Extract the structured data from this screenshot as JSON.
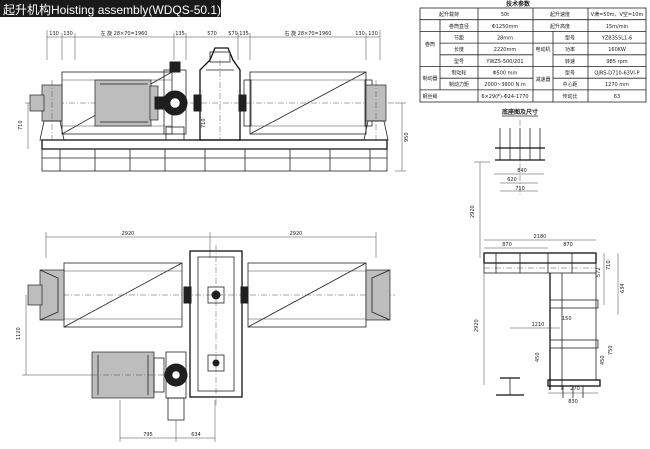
{
  "title": "起升机构Hoisting assembly(WDQS-50.1)",
  "table": {
    "heading": "技术参数",
    "rows": [
      [
        "起升载荷",
        "50t",
        "起升速度",
        "V满=50m、V空=10m"
      ],
      [
        "卷筒",
        "卷筒直径",
        "Φ1250mm",
        "起升高度",
        "15m/min"
      ],
      [
        "",
        "节距",
        "28mm",
        "电动机",
        "型号",
        "YZB355L1-6"
      ],
      [
        "",
        "长度",
        "2220mm",
        "",
        "功率",
        "160KW"
      ],
      [
        "制动器",
        "型号",
        "YWZ5-500/201",
        "",
        "转速",
        "985 rpm"
      ],
      [
        "",
        "制动轮",
        "Φ500 mm",
        "减速器",
        "型号",
        "QJRS-D710-63VI-P"
      ],
      [
        "",
        "制动力矩",
        "2000~3600 N.m",
        "",
        "中心距",
        "1270 mm"
      ],
      [
        "钢丝绳",
        "6×29(F)-Φ24-1770",
        "",
        "",
        "传动比",
        "63"
      ]
    ],
    "cells": {
      "r1": [
        "起升载荷",
        "50t",
        "起升速度",
        "V满=50m、V空=10m"
      ],
      "r2": [
        "卷筒直径",
        "Φ1250mm",
        "起升高度",
        "15m/min"
      ],
      "r3": [
        "节距",
        "28mm",
        "型号",
        "YZB355L1-6"
      ],
      "r4": [
        "长度",
        "2220mm",
        "功率",
        "160KW"
      ],
      "r5": [
        "型号",
        "YWZ5-500/201",
        "转速",
        "985 rpm"
      ],
      "r6": [
        "制动轮",
        "Φ500 mm",
        "型号",
        "QJRS-D710-63VI-P"
      ],
      "r7": [
        "制动力矩",
        "2000~3600 N.m",
        "中心距",
        "1270 mm"
      ],
      "r8": [
        "钢丝绳",
        "6×29(F)-Φ24-1770",
        "传动比",
        "63"
      ],
      "groups": [
        "卷筒",
        "制动器",
        "电动机",
        "减速器"
      ]
    }
  },
  "frame_heading": "底座图及尺寸",
  "dims": {
    "front": {
      "d130a": "130",
      "d130b": "130",
      "groove_left": "左 旋 28×70=1960",
      "d135a": "135",
      "d570a": "570",
      "d570b": "570",
      "d135b": "135",
      "groove_right": "右 旋 28×70=1960",
      "d130c": "130",
      "d130d": "130",
      "h710a": "710",
      "h710b": "710",
      "h950": "950"
    },
    "plan": {
      "w2920a": "2920",
      "w2920b": "2920",
      "h1120": "1120",
      "w795": "795",
      "w634": "634"
    },
    "frame": {
      "d840": "840",
      "d620": "620",
      "d710": "710",
      "h2920a": "2920",
      "w2180": "2180",
      "w870a": "870",
      "w870b": "870",
      "v572": "572",
      "v710": "710",
      "v634": "634",
      "h2920b": "2920",
      "w1210": "1210",
      "w150": "150",
      "v450a": "450",
      "v450b": "450",
      "v750": "750",
      "w270": "270",
      "w830": "830"
    }
  }
}
